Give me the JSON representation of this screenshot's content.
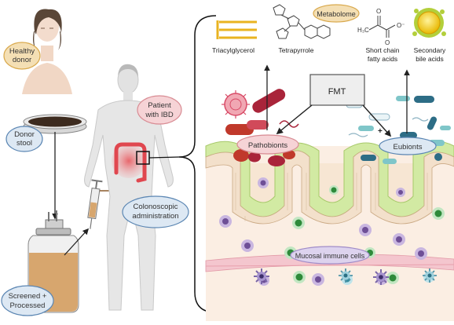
{
  "labels": {
    "healthy_donor_l1": "Healthy",
    "healthy_donor_l2": "donor",
    "donor_stool_l1": "Donor",
    "donor_stool_l2": "stool",
    "screened_l1": "Screened +",
    "screened_l2": "Processed",
    "patient_l1": "Patient",
    "patient_l2": "with IBD",
    "colonoscopic_l1": "Colonoscopic",
    "colonoscopic_l2": "administration",
    "metabolome": "Metabolome",
    "triacylglycerol": "Triacylglycerol",
    "tetrapyrrole": "Tetrapyrrole",
    "scfa_l1": "Short chain",
    "scfa_l2": "fatty acids",
    "bile_l1": "Secondary",
    "bile_l2": "bile acids",
    "fmt": "FMT",
    "pathobionts": "Pathobionts",
    "eubionts": "Eubionts",
    "mucosal_cells": "Mucosal immune cells",
    "plus_sign": "+",
    "scfa_chem_h3c": "H₃C",
    "scfa_chem_o": "O",
    "scfa_chem_ominus": "O⁻"
  },
  "colors": {
    "pink_bubble_fill": "#f6d3d6",
    "pink_bubble_stroke": "#d88b93",
    "blue_bubble_fill": "#dde8f3",
    "blue_bubble_stroke": "#5b86b3",
    "tan_bubble_fill": "#f4dfb4",
    "tan_bubble_stroke": "#d9a94d",
    "lavender_fill": "#ddd3ee",
    "lavender_stroke": "#a08cc8",
    "mucus_green": "#d2eaa3",
    "epithelium": "#f7e6d3",
    "skin": "#f1d7c5"
  }
}
